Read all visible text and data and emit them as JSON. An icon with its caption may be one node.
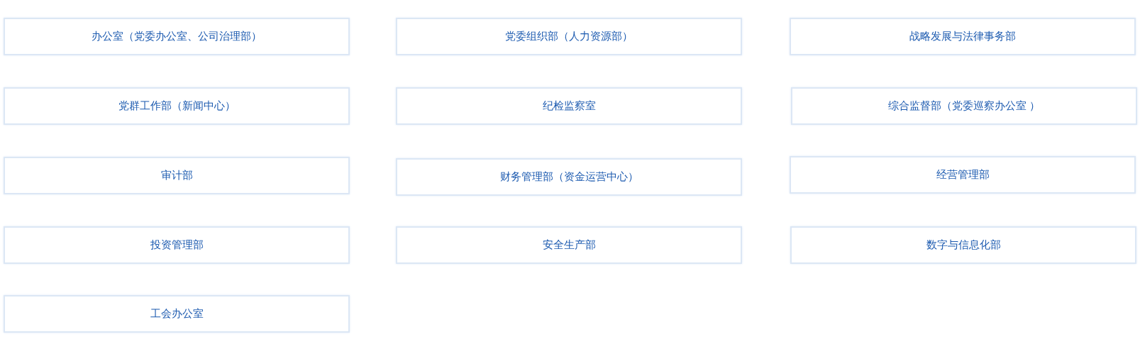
{
  "diagram": {
    "nodes": [
      {
        "text": [
          "办公室（党委办公室、公司治理部）"
        ]
      },
      {
        "text": [
          "党委组织部（人力资源部）"
        ]
      },
      {
        "text": [
          "战略发展与法律事务部"
        ]
      },
      {
        "text": [
          "党群工作部（新闻中心）"
        ]
      },
      {
        "text": [
          "纪检监察室"
        ]
      },
      {
        "text": [
          "综合监督部（党委巡察办公室 ）"
        ]
      },
      {
        "text": [
          "审计部"
        ]
      },
      {
        "text": [
          "财务管理部（资金运营中心）"
        ]
      },
      {
        "text": [
          "经营管理部"
        ]
      },
      {
        "text": [
          "投资管理部"
        ]
      },
      {
        "text": [
          "安全生产部"
        ]
      },
      {
        "text": [
          "数字与信息化部"
        ]
      },
      {
        "text": [
          "工会办公室"
        ]
      }
    ]
  }
}
